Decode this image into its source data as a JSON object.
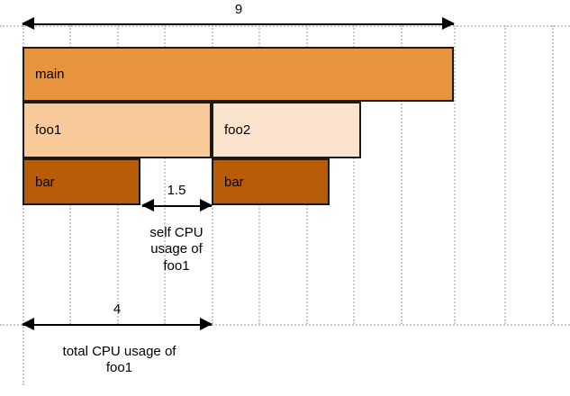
{
  "chart_data": {
    "type": "bar",
    "title": "",
    "subtitle": "",
    "xlabel": "",
    "ylabel": "",
    "orientation": "horizontal",
    "description": "Flame graph illustrating total vs self CPU usage of stack frames",
    "axis": {
      "x_origin_units": 0,
      "x_max_units": 12,
      "grid_step_units": 1,
      "grid": true,
      "grid_style": "dotted",
      "grid_color": "#c9c9c9"
    },
    "levels": [
      {
        "depth": 0,
        "frames": [
          {
            "label": "main",
            "start": 0,
            "width": 9,
            "color": "#e8933e"
          }
        ]
      },
      {
        "depth": 1,
        "frames": [
          {
            "label": "foo1",
            "start": 0,
            "width": 4,
            "color": "#f8c999"
          },
          {
            "label": "foo2",
            "start": 4,
            "width": 3.17,
            "color": "#fbe3cd"
          }
        ]
      },
      {
        "depth": 2,
        "frames": [
          {
            "label": "bar",
            "start": 0,
            "width": 2.5,
            "color": "#b85c08"
          },
          {
            "label": "bar",
            "start": 4,
            "width": 2.5,
            "color": "#b85c08"
          }
        ]
      }
    ],
    "annotations": [
      {
        "name": "total-width-main",
        "value": "9",
        "start": 0,
        "end": 9,
        "caption": ""
      },
      {
        "name": "self-cpu-foo1",
        "value": "1.5",
        "start": 2.5,
        "end": 4,
        "caption": "self CPU\nusage of\nfoo1"
      },
      {
        "name": "total-cpu-foo1",
        "value": "4",
        "start": 0,
        "end": 4,
        "caption": "total CPU usage of\nfoo1"
      }
    ],
    "legend": [],
    "colors": {
      "main": "#e8933e",
      "foo1": "#f8c999",
      "foo2": "#fbe3cd",
      "bar": "#b85c08",
      "outline": "#1a1a1a",
      "grid": "#c9c9c9",
      "arrow": "#000000",
      "background": "#ffffff"
    }
  },
  "diagram": {
    "blocks": {
      "main": "main",
      "foo1": "foo1",
      "foo2": "foo2",
      "bar_left": "bar",
      "bar_right": "bar"
    },
    "measures": {
      "top_value": "9",
      "self_value": "1.5",
      "total_value": "4"
    },
    "captions": {
      "self_line1": "self CPU",
      "self_line2": "usage of",
      "self_line3": "foo1",
      "total_line1": "total CPU usage of",
      "total_line2": "foo1"
    }
  }
}
